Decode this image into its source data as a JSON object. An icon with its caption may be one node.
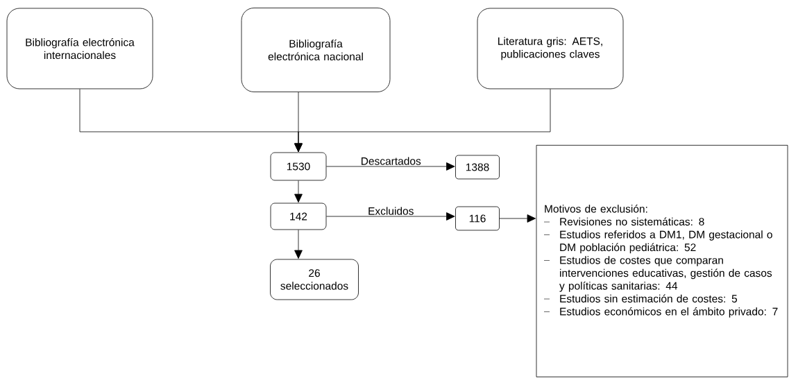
{
  "diagram": {
    "nodes": [
      {
        "text": [
          "Bibliografía electrónica internacionales"
        ]
      },
      {
        "text": [
          "Bibliografía electrónica nacional"
        ]
      },
      {
        "text": [
          "Literatura gris: AETS, publicaciones claves"
        ]
      },
      {
        "text": [
          "1530"
        ]
      },
      {
        "text": [
          "1388"
        ]
      },
      {
        "text": [
          "142"
        ]
      },
      {
        "text": [
          "116"
        ]
      },
      {
        "text": [
          "26 seleccionados"
        ]
      },
      {
        "text": [
          "Motivos de exclusión:",
          "Revisiones no sistemáticas: 8",
          "Estudios referidos a DM1, DM gestacional o DM población pediátrica: 52",
          "Estudios de costes que comparan intervenciones educativas, gestión de casos y políticas sanitarias: 44",
          "Estudios sin estimación de costes: 5",
          "Estudios económicos en el ámbito privado: 7"
        ]
      }
    ],
    "edges": [
      {
        "from": 0,
        "to": 3,
        "arrow": "to"
      },
      {
        "from": 1,
        "to": 3,
        "arrow": "to"
      },
      {
        "from": 2,
        "to": 3,
        "arrow": "to"
      },
      {
        "from": 3,
        "to": 4,
        "arrow": "to",
        "label": "Descartados"
      },
      {
        "from": 3,
        "to": 5,
        "arrow": "to"
      },
      {
        "from": 5,
        "to": 6,
        "arrow": "to",
        "label": "Excluidos"
      },
      {
        "from": 5,
        "to": 7,
        "arrow": "to"
      },
      {
        "from": 6,
        "to": 8,
        "arrow": "to"
      }
    ]
  }
}
